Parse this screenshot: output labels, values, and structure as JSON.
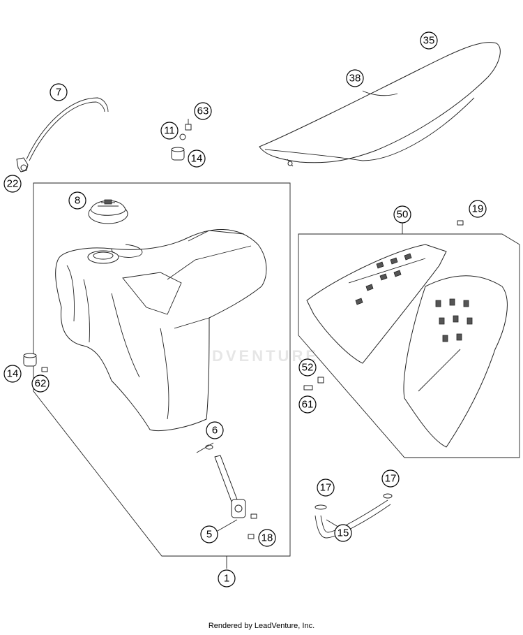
{
  "footer": {
    "text": "Rendered by LeadVenture, Inc."
  },
  "watermark": {
    "text": "LEADVENTURE"
  },
  "colors": {
    "line": "#222222",
    "background": "#ffffff",
    "watermark": "#e6e6e6"
  },
  "callouts": {
    "c35": "35",
    "c38": "38",
    "c7": "7",
    "c63": "63",
    "c11": "11",
    "c14a": "14",
    "c22": "22",
    "c8": "8",
    "c50": "50",
    "c19": "19",
    "c14b": "14",
    "c62": "62",
    "c52": "52",
    "c61": "61",
    "c6": "6",
    "c17a": "17",
    "c17b": "17",
    "c5": "5",
    "c18": "18",
    "c15": "15",
    "c1": "1"
  }
}
